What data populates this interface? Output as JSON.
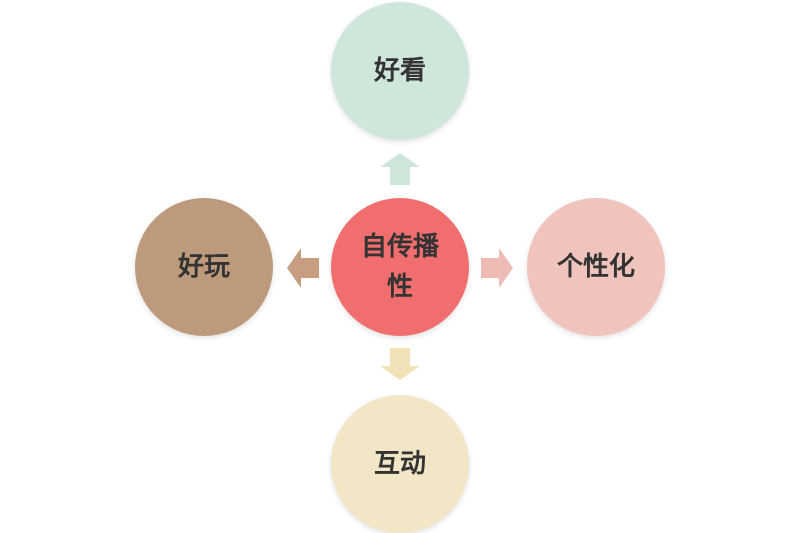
{
  "center": {
    "label": "自传播性",
    "color": "#f06e6e"
  },
  "nodes": {
    "top": {
      "label": "好看",
      "color": "#cfe6da",
      "arrow_color": "#cfe6da"
    },
    "bottom": {
      "label": "互动",
      "color": "#f3e6c6",
      "arrow_color": "#f2e2b8"
    },
    "left": {
      "label": "好玩",
      "color": "#bd9a7b",
      "arrow_color": "#c79e80"
    },
    "right": {
      "label": "个性化",
      "color": "#f0c4bd",
      "arrow_color": "#efbcb5"
    }
  }
}
